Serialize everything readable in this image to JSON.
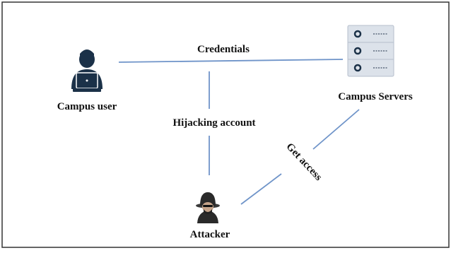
{
  "diagram": {
    "nodes": {
      "user": {
        "label": "Campus user",
        "icon": "laptop-user-icon"
      },
      "server": {
        "label": "Campus Servers",
        "icon": "server-rack-icon"
      },
      "attacker": {
        "label": "Attacker",
        "icon": "hooded-attacker-icon"
      }
    },
    "edges": {
      "credentials": {
        "label": "Credentials",
        "from": "user",
        "to": "server"
      },
      "hijacking": {
        "label": "Hijacking account",
        "from": "credentials",
        "to": "attacker"
      },
      "access": {
        "label": "Get access",
        "from": "attacker",
        "to": "server"
      }
    },
    "colors": {
      "connector": "#6f94c9",
      "icon_dark": "#1b3148",
      "server_body": "#dce2ea",
      "attacker_dark": "#2a2a2a",
      "border": "#333333"
    }
  }
}
